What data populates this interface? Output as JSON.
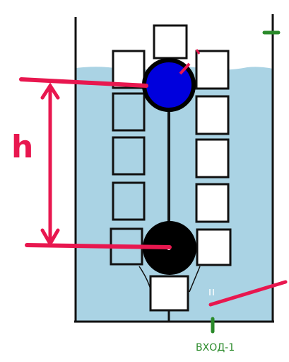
{
  "labels": {
    "height_symbol": "h",
    "inlet_label": "ВХОД-1"
  },
  "colors": {
    "water": "#aad3e4",
    "tank_wall": "#111111",
    "upper_ball": "#0000dd",
    "lower_ball": "#000000",
    "pointer_red": "#e8174f",
    "inlet_mark": "#2a8a2a"
  },
  "elements": {
    "left_column_boxes": 5,
    "right_column_boxes": 5,
    "top_box": true,
    "bottom_box": true
  }
}
